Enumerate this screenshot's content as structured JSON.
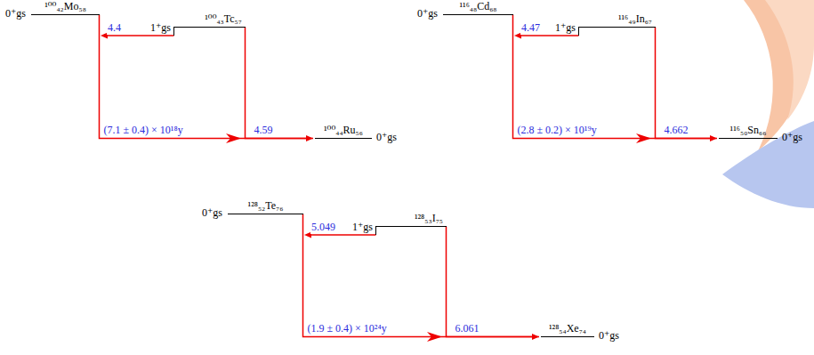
{
  "diagram": {
    "nodes": [
      {
        "text": [
          "0⁺gs",
          "¹⁰⁰₄₂Mo₅₈"
        ]
      },
      {
        "text": [
          "1⁺gs",
          "¹⁰⁰₄₃Tc₅₇"
        ]
      },
      {
        "text": [
          "¹⁰⁰₄₄Ru₅₆",
          "0⁺gs"
        ]
      },
      {
        "text": [
          "0⁺gs",
          "¹¹⁶₄₈Cd₆₈"
        ]
      },
      {
        "text": [
          "1⁺gs",
          "¹¹⁶₄₉In₆₇"
        ]
      },
      {
        "text": [
          "¹¹⁶₅₀Sn₆₆",
          "0⁺gs"
        ]
      },
      {
        "text": [
          "0⁺gs",
          "¹²⁸₅₂Te₇₆"
        ]
      },
      {
        "text": [
          "1⁺gs",
          "¹²⁸₅₃I₇₅"
        ]
      },
      {
        "text": [
          "¹²⁸₅₄Xe₇₄",
          "0⁺gs"
        ]
      }
    ],
    "edges": [
      {
        "from": 1,
        "to": 0,
        "label": "4.4",
        "arrow": "to"
      },
      {
        "from": 1,
        "to": 2,
        "label": "4.59",
        "arrow": "to"
      },
      {
        "from": 0,
        "to": 2,
        "label": "(7.1 ± 0.4) × 10¹⁸y",
        "arrow": "to"
      },
      {
        "from": 4,
        "to": 3,
        "label": "4.47",
        "arrow": "to"
      },
      {
        "from": 4,
        "to": 5,
        "label": "4.662",
        "arrow": "to"
      },
      {
        "from": 3,
        "to": 5,
        "label": "(2.8 ± 0.2) × 10¹⁹y",
        "arrow": "to"
      },
      {
        "from": 7,
        "to": 6,
        "label": "5.049",
        "arrow": "to"
      },
      {
        "from": 7,
        "to": 8,
        "label": "6.061",
        "arrow": "to"
      },
      {
        "from": 6,
        "to": 8,
        "label": "(1.9 ± 0.4) × 10²⁴y",
        "arrow": "to"
      }
    ]
  }
}
